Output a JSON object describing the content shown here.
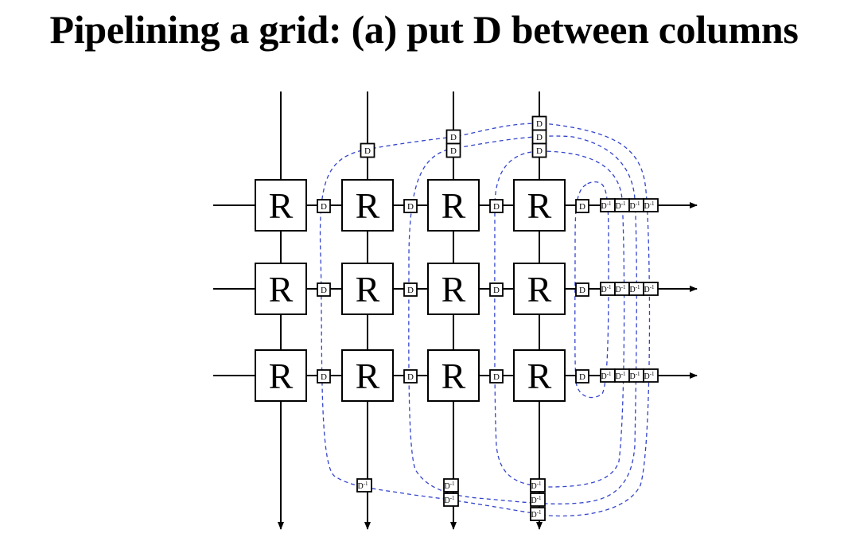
{
  "title": "Pipelining a grid: (a) put D between columns",
  "router_label": "R",
  "delay_label": "D",
  "inverse_delay_label": "D",
  "inverse_delay_superscript": "-1",
  "grid": {
    "rows": 3,
    "columns": 4
  },
  "colors": {
    "stroke": "#000000",
    "dashed_path": "#3344cc",
    "background": "#ffffff"
  }
}
